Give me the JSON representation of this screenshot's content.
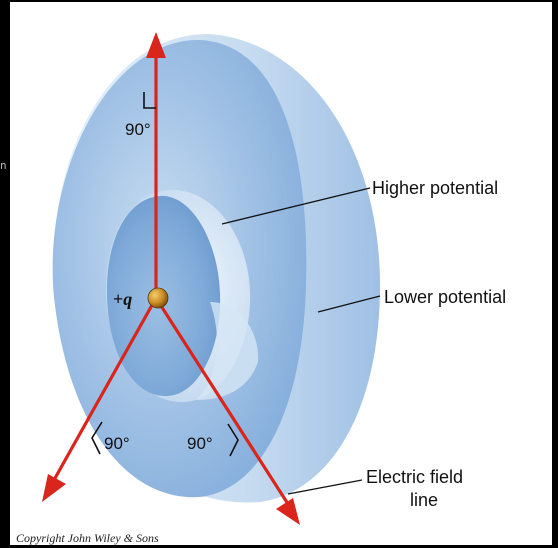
{
  "figure": {
    "charge_sign": "+",
    "charge_symbol": "q",
    "angles": [
      "90°",
      "90°",
      "90°"
    ],
    "labels": {
      "higher_potential": "Higher potential",
      "lower_potential": "Lower potential",
      "field_line_1": "Electric field",
      "field_line_2": "line"
    },
    "copyright": "Copyright John Wiley & Sons"
  },
  "colors": {
    "field_line": "#d9251c",
    "surface_light": "#dbe9f6",
    "surface_mid": "#a9c7e6",
    "surface_dark": "#7ea7d5",
    "charge": "#c98a22"
  }
}
